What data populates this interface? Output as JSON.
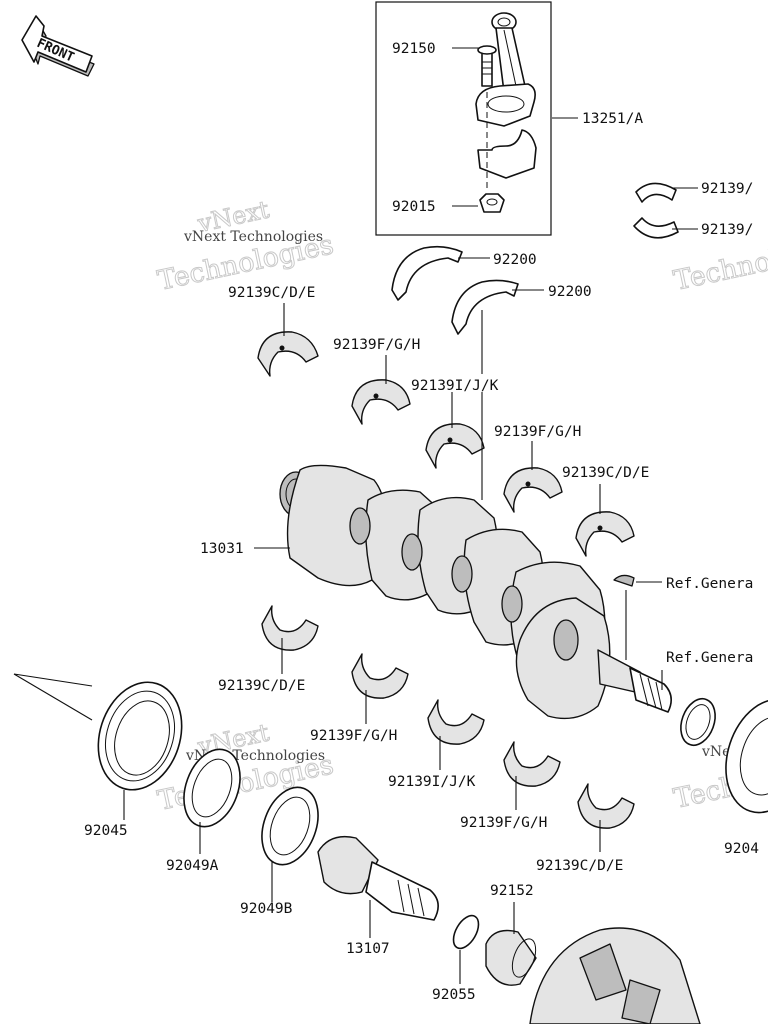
{
  "front_label": "FRONT",
  "watermark": {
    "line1": "vNext",
    "line2": "Technologies",
    "small": "vNext Technologies"
  },
  "labels": {
    "p92150": "92150",
    "p13251a": "13251/A",
    "p92015": "92015",
    "p92139_right_1": "92139/",
    "p92139_right_2": "92139/",
    "p92200_a": "92200",
    "p92200_b": "92200",
    "p92139cde_1": "92139C/D/E",
    "p92139fgh_1": "92139F/G/H",
    "p92139ijk_1": "92139I/J/K",
    "p92139fgh_2": "92139F/G/H",
    "p92139cde_2": "92139C/D/E",
    "p13031": "13031",
    "ref_general_1": "Ref.Genera",
    "ref_general_2": "Ref.Genera",
    "p92139cde_3": "92139C/D/E",
    "p92139fgh_3": "92139F/G/H",
    "p92139ijk_2": "92139I/J/K",
    "p92139fgh_4": "92139F/G/H",
    "p92139cde_4": "92139C/D/E",
    "p92045": "92045",
    "p92049a": "92049A",
    "p92049b": "92049B",
    "p13107": "13107",
    "p92152": "92152",
    "p92055": "92055",
    "p9204_right": "9204"
  }
}
